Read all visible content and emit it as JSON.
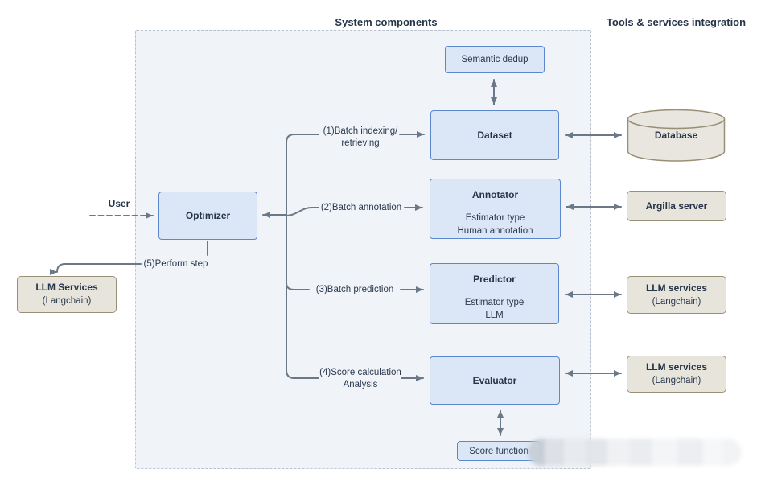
{
  "titles": {
    "system_components": "System components",
    "tools_services": "Tools & services integration"
  },
  "nodes": {
    "user": {
      "label": "User"
    },
    "optimizer": {
      "label": "Optimizer"
    },
    "semantic_dedup": {
      "label": "Semantic dedup"
    },
    "dataset": {
      "label": "Dataset"
    },
    "annotator": {
      "title": "Annotator",
      "line1": "Estimator type",
      "line2": "Human annotation"
    },
    "predictor": {
      "title": "Predictor",
      "line1": "Estimator type",
      "line2": "LLM"
    },
    "evaluator": {
      "label": "Evaluator"
    },
    "score_function": {
      "label": "Score function"
    },
    "llm_services_left": {
      "title": "LLM Services",
      "subtitle": "(Langchain)"
    },
    "database": {
      "label": "Database"
    },
    "argilla_server": {
      "label": "Argilla server"
    },
    "llm_services_predictor": {
      "title": "LLM services",
      "subtitle": "(Langchain)"
    },
    "llm_services_evaluator": {
      "title": "LLM services",
      "subtitle": "(Langchain)"
    }
  },
  "edges": {
    "batch_indexing": {
      "line1": "(1)Batch indexing/",
      "line2": "retrieving"
    },
    "batch_annotation": {
      "label": "(2)Batch annotation"
    },
    "batch_prediction": {
      "label": "(3)Batch prediction"
    },
    "score_calculation": {
      "line1": "(4)Score calculation",
      "line2": "Analysis"
    },
    "perform_step": {
      "label": "(5)Perform step"
    }
  },
  "colors": {
    "component_fill": "#dbe7f6",
    "component_border": "#5b87cf",
    "service_fill": "#e6e4db",
    "service_border": "#988f77",
    "container_fill": "#f0f3f7",
    "container_border": "#b9c3d0",
    "connector": "#6b7888",
    "text": "#263549"
  }
}
